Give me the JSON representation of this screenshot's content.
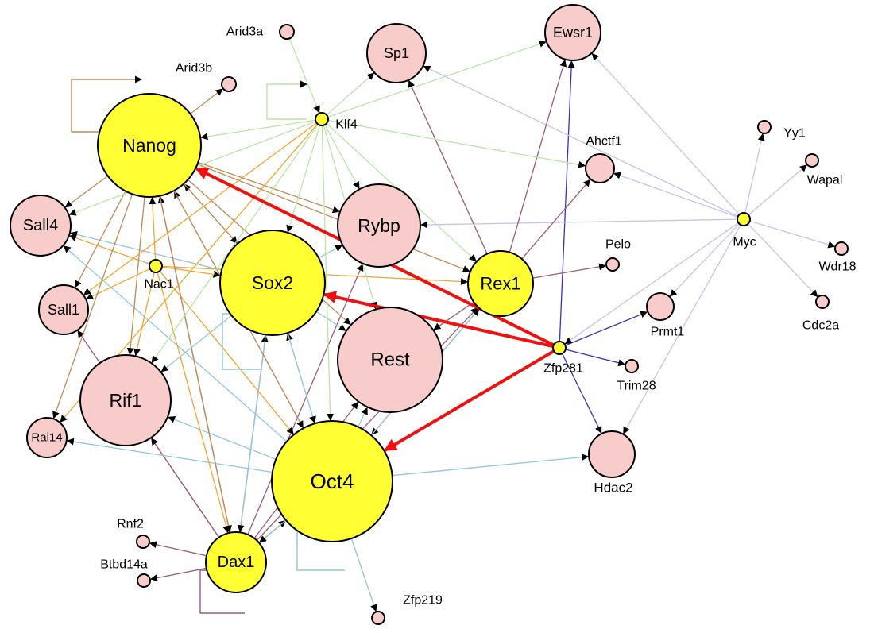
{
  "nodes": [
    {
      "id": "Nanog",
      "label": "Nanog",
      "type": "hub"
    },
    {
      "id": "Sox2",
      "label": "Sox2",
      "type": "hub"
    },
    {
      "id": "Oct4",
      "label": "Oct4",
      "type": "hub"
    },
    {
      "id": "Rex1",
      "label": "Rex1",
      "type": "hub"
    },
    {
      "id": "Dax1",
      "label": "Dax1",
      "type": "hub"
    },
    {
      "id": "Klf4",
      "label": "Klf4",
      "type": "small-hub"
    },
    {
      "id": "Nac1",
      "label": "Nac1",
      "type": "small-hub"
    },
    {
      "id": "Myc",
      "label": "Myc",
      "type": "small-hub"
    },
    {
      "id": "Zfp281",
      "label": "Zfp281",
      "type": "small-hub"
    },
    {
      "id": "Rest",
      "label": "Rest",
      "type": "target"
    },
    {
      "id": "Rybp",
      "label": "Rybp",
      "type": "target"
    },
    {
      "id": "Rif1",
      "label": "Rif1",
      "type": "target"
    },
    {
      "id": "Sall4",
      "label": "Sall4",
      "type": "target"
    },
    {
      "id": "Sall1",
      "label": "Sall1",
      "type": "target"
    },
    {
      "id": "Rai14",
      "label": "Rai14",
      "type": "target"
    },
    {
      "id": "Sp1",
      "label": "Sp1",
      "type": "target"
    },
    {
      "id": "Ewsr1",
      "label": "Ewsr1",
      "type": "target"
    },
    {
      "id": "Ahctf1",
      "label": "Ahctf1",
      "type": "target"
    },
    {
      "id": "Prmt1",
      "label": "Prmt1",
      "type": "target"
    },
    {
      "id": "Hdac2",
      "label": "Hdac2",
      "type": "target"
    },
    {
      "id": "Arid3a",
      "label": "Arid3a",
      "type": "target"
    },
    {
      "id": "Arid3b",
      "label": "Arid3b",
      "type": "target"
    },
    {
      "id": "Yy1",
      "label": "Yy1",
      "type": "target"
    },
    {
      "id": "Wapal",
      "label": "Wapal",
      "type": "target"
    },
    {
      "id": "Wdr18",
      "label": "Wdr18",
      "type": "target"
    },
    {
      "id": "Cdc2a",
      "label": "Cdc2a",
      "type": "target"
    },
    {
      "id": "Pelo",
      "label": "Pelo",
      "type": "target"
    },
    {
      "id": "Trim28",
      "label": "Trim28",
      "type": "target"
    },
    {
      "id": "Rnf2",
      "label": "Rnf2",
      "type": "target"
    },
    {
      "id": "Btbd14a",
      "label": "Btbd14a",
      "type": "target"
    },
    {
      "id": "Zfp219",
      "label": "Zfp219",
      "type": "target"
    }
  ],
  "edges": [
    {
      "source": "Klf4",
      "target": "Nanog",
      "color": "green"
    },
    {
      "source": "Klf4",
      "target": "Sp1",
      "color": "green"
    },
    {
      "source": "Klf4",
      "target": "Ewsr1",
      "color": "green"
    },
    {
      "source": "Klf4",
      "target": "Ahctf1",
      "color": "green"
    },
    {
      "source": "Klf4",
      "target": "Rybp",
      "color": "green"
    },
    {
      "source": "Klf4",
      "target": "Sox2",
      "color": "green"
    },
    {
      "source": "Klf4",
      "target": "Rex1",
      "color": "green"
    },
    {
      "source": "Klf4",
      "target": "Rest",
      "color": "green"
    },
    {
      "source": "Klf4",
      "target": "Sall4",
      "color": "green"
    },
    {
      "source": "Klf4",
      "target": "Rif1",
      "color": "green"
    },
    {
      "source": "Klf4",
      "target": "Oct4",
      "color": "green"
    },
    {
      "source": "Arid3a",
      "target": "Klf4",
      "color": "green"
    },
    {
      "source": "Klf4",
      "target": "Sall1",
      "color": "orange"
    },
    {
      "source": "Klf4",
      "target": "Rai14",
      "color": "orange"
    },
    {
      "source": "Klf4",
      "target": "Klf4",
      "color": "green",
      "self": true
    },
    {
      "source": "Nanog",
      "target": "Nanog",
      "color": "brown",
      "self": true
    },
    {
      "source": "Nanog",
      "target": "Arid3b",
      "color": "brown"
    },
    {
      "source": "Nanog",
      "target": "Sall4",
      "color": "brown"
    },
    {
      "source": "Nanog",
      "target": "Sall1",
      "color": "brown"
    },
    {
      "source": "Nanog",
      "target": "Rai14",
      "color": "brown"
    },
    {
      "source": "Nanog",
      "target": "Rif1",
      "color": "brown"
    },
    {
      "source": "Nanog",
      "target": "Sox2",
      "color": "brown"
    },
    {
      "source": "Nanog",
      "target": "Rybp",
      "color": "brown"
    },
    {
      "source": "Nanog",
      "target": "Rex1",
      "color": "brown"
    },
    {
      "source": "Nanog",
      "target": "Rest",
      "color": "brown"
    },
    {
      "source": "Nanog",
      "target": "Oct4",
      "color": "brown"
    },
    {
      "source": "Nanog",
      "target": "Dax1",
      "color": "brown"
    },
    {
      "source": "Nac1",
      "target": "Nanog",
      "color": "orange"
    },
    {
      "source": "Nac1",
      "target": "Sall4",
      "color": "orange"
    },
    {
      "source": "Nac1",
      "target": "Sall1",
      "color": "orange"
    },
    {
      "source": "Nac1",
      "target": "Rif1",
      "color": "orange"
    },
    {
      "source": "Nac1",
      "target": "Sox2",
      "color": "orange"
    },
    {
      "source": "Nac1",
      "target": "Rex1",
      "color": "orange"
    },
    {
      "source": "Nac1",
      "target": "Oct4",
      "color": "orange"
    },
    {
      "source": "Nac1",
      "target": "Dax1",
      "color": "orange"
    },
    {
      "source": "Sox2",
      "target": "Nanog",
      "color": "blue"
    },
    {
      "source": "Sox2",
      "target": "Sall4",
      "color": "blue"
    },
    {
      "source": "Sox2",
      "target": "Rif1",
      "color": "blue"
    },
    {
      "source": "Sox2",
      "target": "Rybp",
      "color": "blue"
    },
    {
      "source": "Sox2",
      "target": "Rest",
      "color": "blue"
    },
    {
      "source": "Sox2",
      "target": "Oct4",
      "color": "blue"
    },
    {
      "source": "Sox2",
      "target": "Dax1",
      "color": "blue"
    },
    {
      "source": "Sox2",
      "target": "Sox2",
      "color": "blue",
      "self": true
    },
    {
      "source": "Oct4",
      "target": "Nanog",
      "color": "blue"
    },
    {
      "source": "Oct4",
      "target": "Sox2",
      "color": "blue"
    },
    {
      "source": "Oct4",
      "target": "Rai14",
      "color": "blue"
    },
    {
      "source": "Oct4",
      "target": "Rif1",
      "color": "blue"
    },
    {
      "source": "Oct4",
      "target": "Sall4",
      "color": "blue"
    },
    {
      "source": "Oct4",
      "target": "Rest",
      "color": "blue"
    },
    {
      "source": "Oct4",
      "target": "Rex1",
      "color": "blue"
    },
    {
      "source": "Oct4",
      "target": "Hdac2",
      "color": "blue"
    },
    {
      "source": "Oct4",
      "target": "Zfp219",
      "color": "blue"
    },
    {
      "source": "Oct4",
      "target": "Dax1",
      "color": "blue"
    },
    {
      "source": "Oct4",
      "target": "Oct4",
      "color": "blue",
      "self": true
    },
    {
      "source": "Dax1",
      "target": "Rnf2",
      "color": "purple"
    },
    {
      "source": "Dax1",
      "target": "Btbd14a",
      "color": "purple"
    },
    {
      "source": "Dax1",
      "target": "Rif1",
      "color": "purple"
    },
    {
      "source": "Dax1",
      "target": "Sall1",
      "color": "purple"
    },
    {
      "source": "Dax1",
      "target": "Nanog",
      "color": "purple"
    },
    {
      "source": "Dax1",
      "target": "Sox2",
      "color": "purple"
    },
    {
      "source": "Dax1",
      "target": "Rybp",
      "color": "purple"
    },
    {
      "source": "Dax1",
      "target": "Rest",
      "color": "purple"
    },
    {
      "source": "Dax1",
      "target": "Rex1",
      "color": "purple"
    },
    {
      "source": "Dax1",
      "target": "Oct4",
      "color": "purple"
    },
    {
      "source": "Dax1",
      "target": "Dax1",
      "color": "purple",
      "self": true
    },
    {
      "source": "Rex1",
      "target": "Sp1",
      "color": "purple"
    },
    {
      "source": "Rex1",
      "target": "Ewsr1",
      "color": "purple"
    },
    {
      "source": "Rex1",
      "target": "Ahctf1",
      "color": "purple"
    },
    {
      "source": "Rex1",
      "target": "Pelo",
      "color": "purple"
    },
    {
      "source": "Rex1",
      "target": "Rest",
      "color": "purple"
    },
    {
      "source": "Rex1",
      "target": "Oct4",
      "color": "purple"
    },
    {
      "source": "Myc",
      "target": "Ewsr1",
      "color": "lavender"
    },
    {
      "source": "Myc",
      "target": "Sp1",
      "color": "lavender"
    },
    {
      "source": "Myc",
      "target": "Ahctf1",
      "color": "lavender"
    },
    {
      "source": "Myc",
      "target": "Rybp",
      "color": "lavender"
    },
    {
      "source": "Myc",
      "target": "Yy1",
      "color": "lavender"
    },
    {
      "source": "Myc",
      "target": "Wapal",
      "color": "lavender"
    },
    {
      "source": "Myc",
      "target": "Wdr18",
      "color": "lavender"
    },
    {
      "source": "Myc",
      "target": "Cdc2a",
      "color": "lavender"
    },
    {
      "source": "Myc",
      "target": "Prmt1",
      "color": "lavender"
    },
    {
      "source": "Myc",
      "target": "Hdac2",
      "color": "lavender"
    },
    {
      "source": "Myc",
      "target": "Zfp281",
      "color": "lavender"
    },
    {
      "source": "Zfp281",
      "target": "Ewsr1",
      "color": "navy"
    },
    {
      "source": "Zfp281",
      "target": "Prmt1",
      "color": "navy"
    },
    {
      "source": "Zfp281",
      "target": "Trim28",
      "color": "navy"
    },
    {
      "source": "Zfp281",
      "target": "Hdac2",
      "color": "navy"
    },
    {
      "source": "Zfp281",
      "target": "Nanog",
      "color": "red",
      "highlight": true
    },
    {
      "source": "Zfp281",
      "target": "Sox2",
      "color": "red",
      "highlight": true
    },
    {
      "source": "Zfp281",
      "target": "Oct4",
      "color": "red",
      "highlight": true
    }
  ],
  "colors": {
    "hub_fill": "#ffff33",
    "target_fill": "#f9cccc",
    "node_stroke": "#000000",
    "green": "#b9e6a5",
    "orange": "#f0a530",
    "brown": "#c08a55",
    "blue": "#8fc8dc",
    "purple": "#9a5a7a",
    "lavender": "#c8c2ee",
    "navy": "#3a2fc4",
    "red": "#ee1111"
  }
}
